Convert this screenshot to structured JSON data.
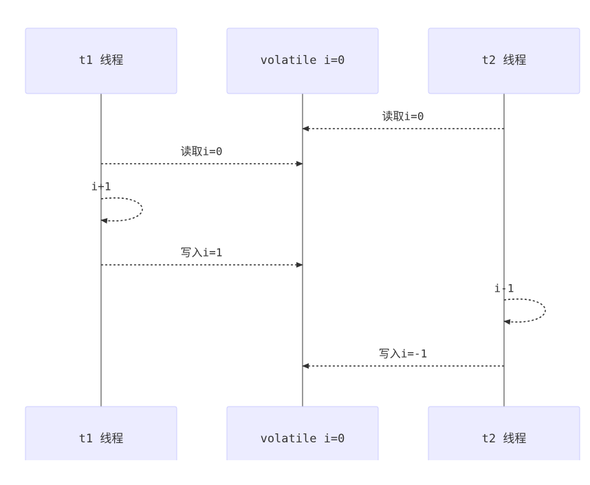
{
  "diagram": {
    "type": "sequence",
    "actors": [
      {
        "id": "t1",
        "label": "t1 线程"
      },
      {
        "id": "vol",
        "label": "volatile i=0"
      },
      {
        "id": "t2",
        "label": "t2 线程"
      }
    ],
    "messages": [
      {
        "from": "t2",
        "to": "vol",
        "label": "读取i=0",
        "style": "dashed"
      },
      {
        "from": "t1",
        "to": "vol",
        "label": "读取i=0",
        "style": "dashed"
      },
      {
        "from": "t1",
        "to": "t1",
        "label": "i+1",
        "style": "dashed"
      },
      {
        "from": "t1",
        "to": "vol",
        "label": "写入i=1",
        "style": "dashed"
      },
      {
        "from": "t2",
        "to": "t2",
        "label": "i-1",
        "style": "dashed"
      },
      {
        "from": "t2",
        "to": "vol",
        "label": "写入i=-1",
        "style": "dashed"
      }
    ],
    "colors": {
      "actor_fill": "#ECECFF",
      "actor_border": "#CCCCFF",
      "line": "#333333"
    }
  }
}
